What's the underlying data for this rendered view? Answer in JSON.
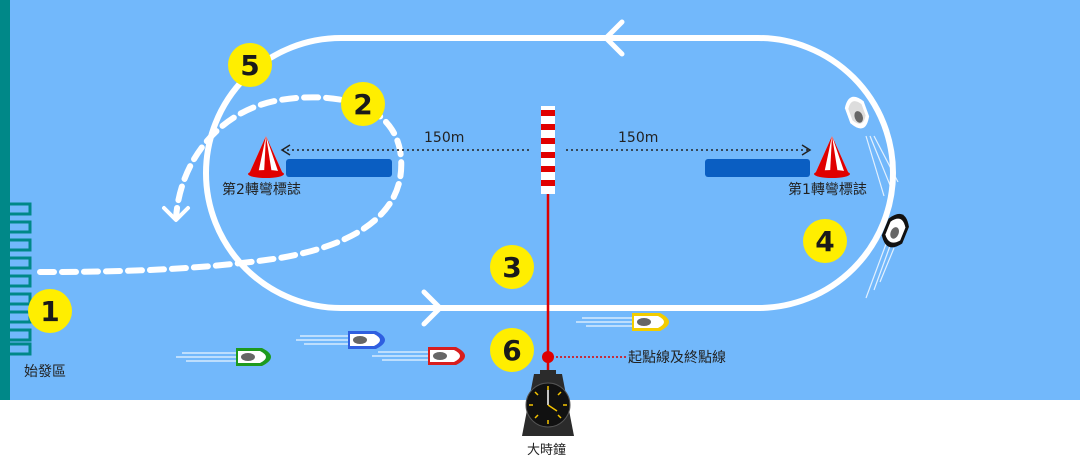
{
  "colors": {
    "water": "#72b8fb",
    "wall": "#008888",
    "track": "#ffffff",
    "marker_fill": "#ffee00",
    "course_blue": "#0a5ec2",
    "line_red": "#dd0000"
  },
  "labels": {
    "start_area": "始發區",
    "turn_mark_2": "第2轉彎標誌",
    "turn_mark_1": "第1轉彎標誌",
    "distance_left": "150m",
    "distance_right": "150m",
    "start_finish_line": "起點線及終點線",
    "big_clock": "大時鐘"
  },
  "markers": [
    {
      "id": "1",
      "label": "1"
    },
    {
      "id": "2",
      "label": "2"
    },
    {
      "id": "3",
      "label": "3"
    },
    {
      "id": "4",
      "label": "4"
    },
    {
      "id": "5",
      "label": "5"
    },
    {
      "id": "6",
      "label": "6"
    }
  ],
  "boats": [
    {
      "name": "boat-green",
      "color": "#1e9a1e"
    },
    {
      "name": "boat-blue",
      "color": "#2f5fe0"
    },
    {
      "name": "boat-red",
      "color": "#d81e1e"
    },
    {
      "name": "boat-yellow",
      "color": "#f2cc00"
    },
    {
      "name": "boat-white",
      "color": "#ffffff"
    },
    {
      "name": "boat-black",
      "color": "#111111"
    }
  ],
  "icons": [
    "turn-buoy-icon",
    "start-pole-icon",
    "clock-icon",
    "direction-arrow-icon"
  ]
}
